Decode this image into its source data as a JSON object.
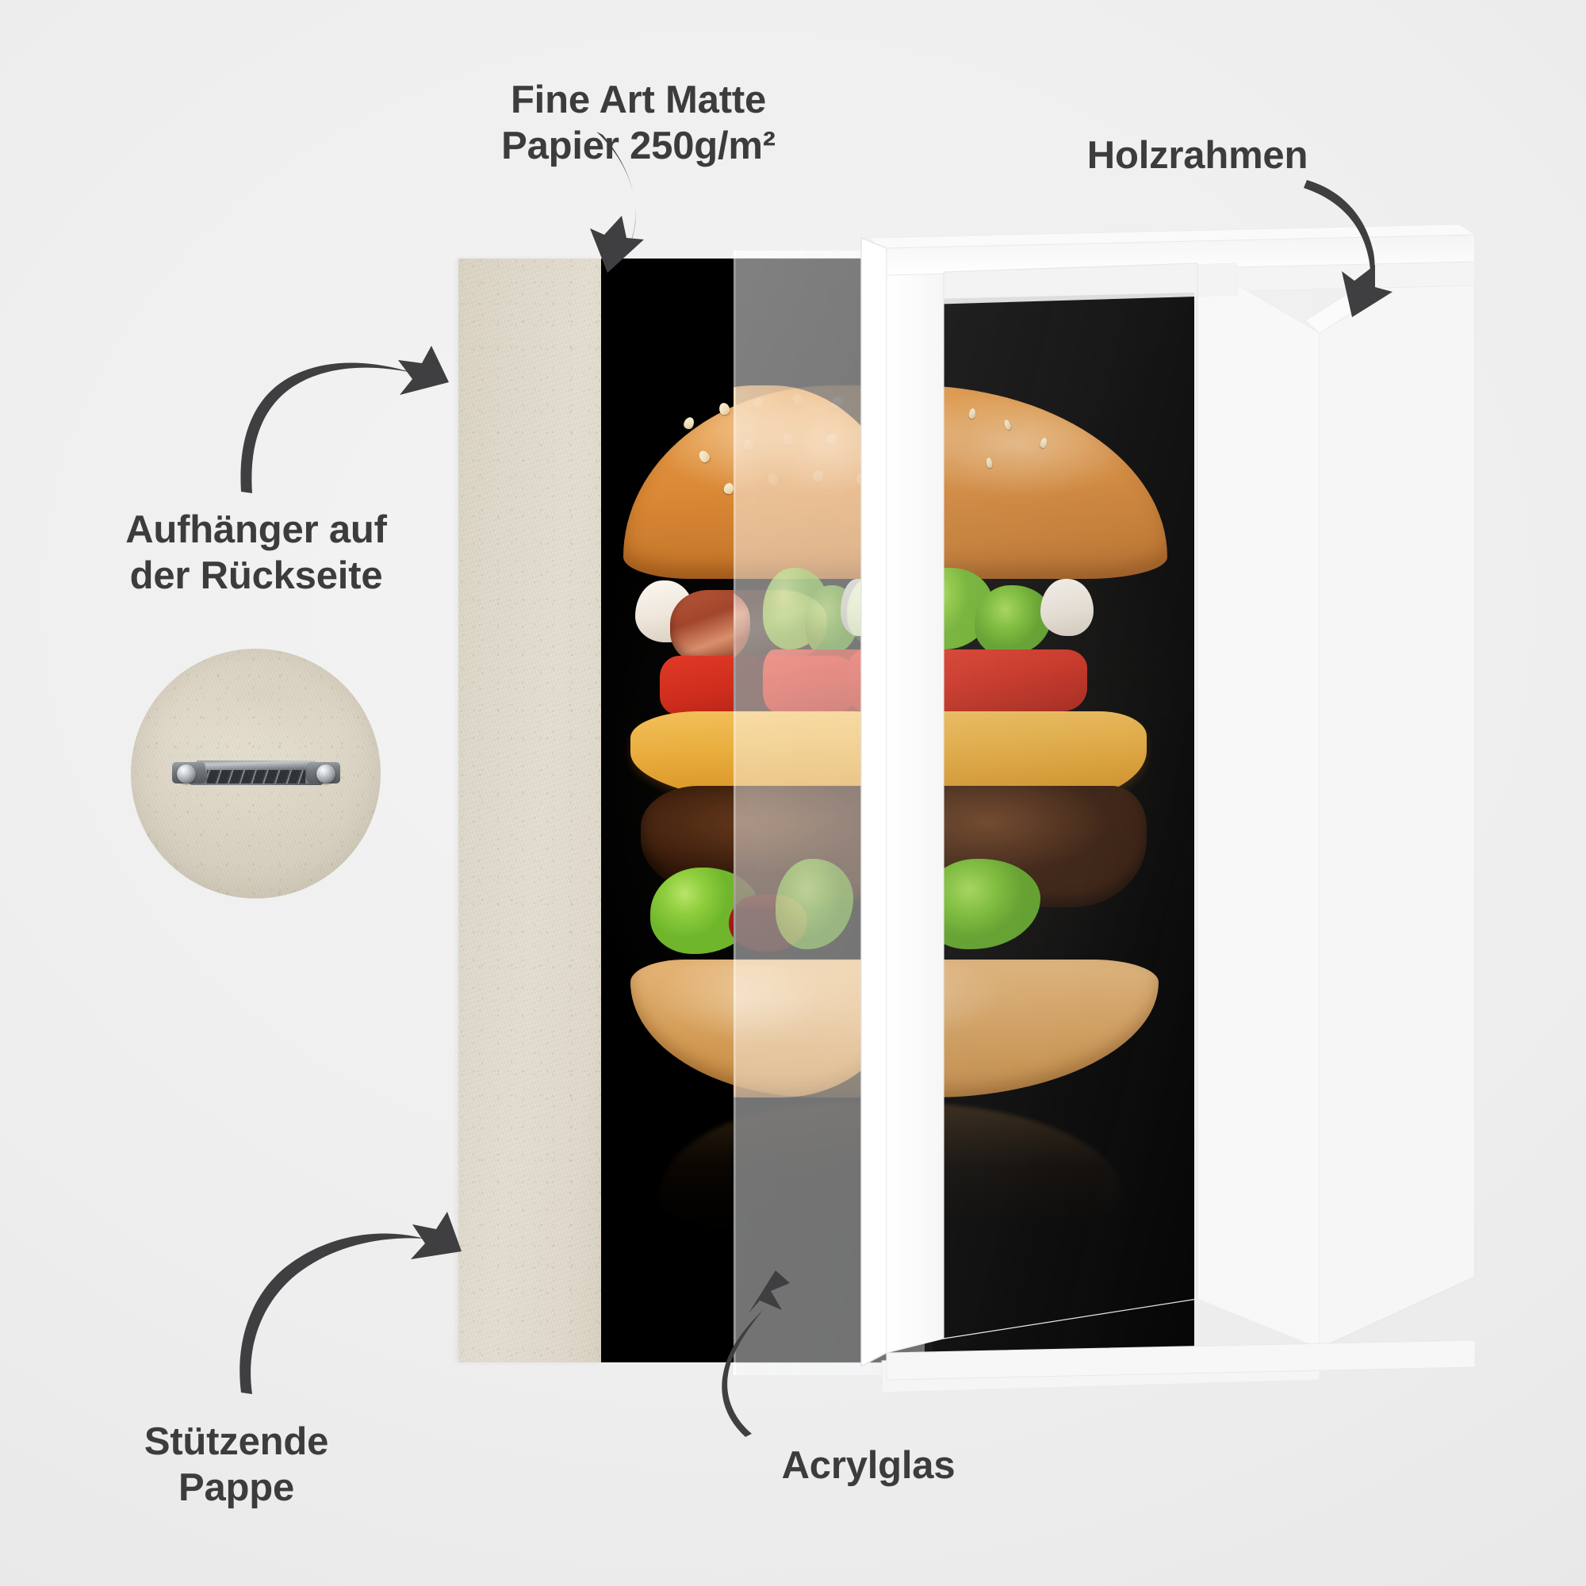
{
  "page": {
    "background_color": "#eeeeee",
    "text_color": "#3c3c3c",
    "type": "product-layer-diagram",
    "language": "de"
  },
  "labels": {
    "paper": "Fine Art Matte\nPapier 250g/m²",
    "frame": "Holzrahmen",
    "hanger": "Aufhänger auf\nder Rückseite",
    "cardboard": "Stützende\nPappe",
    "acrylic": "Acrylglas"
  },
  "layers": [
    {
      "name": "stuetzende-pappe",
      "label": "Stützende Pappe",
      "color": "#ded8ca",
      "order": 1
    },
    {
      "name": "fine-art-print",
      "label": "Fine Art Matte Papier 250g/m²",
      "color": "#020202",
      "order": 2
    },
    {
      "name": "acrylglas",
      "label": "Acrylglas",
      "color": "#f2f5f7",
      "order": 3
    },
    {
      "name": "holzrahmen",
      "label": "Holzrahmen",
      "color": "#fafafa",
      "order": 4
    }
  ],
  "artwork": {
    "subject": "cheeseburger with bacon, lettuce, tomato, onion and cheese on a sesame bun",
    "background_color": "#000000"
  },
  "hanger_detail": {
    "description": "sawtooth metal hanger mounted on beige cardboard backing",
    "board_color": "#ded8ca",
    "metal_color": "#6e7378"
  },
  "arrows": [
    {
      "name": "arrow-to-paper",
      "from": "Fine Art Matte Papier 250g/m²",
      "to": "fine-art-print",
      "direction": "down"
    },
    {
      "name": "arrow-to-frame",
      "from": "Holzrahmen",
      "to": "holzrahmen",
      "direction": "down-right"
    },
    {
      "name": "arrow-to-hanger",
      "from": "Aufhänger auf der Rückseite",
      "to": "stuetzende-pappe",
      "direction": "right"
    },
    {
      "name": "arrow-to-cardboard",
      "from": "Stützende Pappe",
      "to": "stuetzende-pappe",
      "direction": "up-right"
    },
    {
      "name": "arrow-to-acrylic",
      "from": "Acrylglas",
      "to": "acrylglas",
      "direction": "up"
    }
  ]
}
